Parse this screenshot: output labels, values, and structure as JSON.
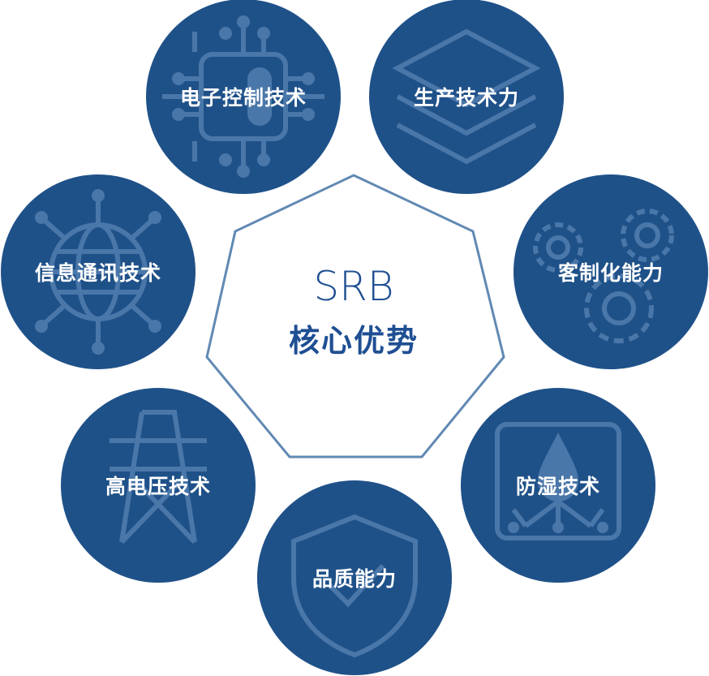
{
  "center": {
    "title": "SRB",
    "subtitle": "核心优势"
  },
  "nodes": [
    {
      "label": "电子控制技术",
      "icon": "chip-icon"
    },
    {
      "label": "生产技术力",
      "icon": "layers-icon"
    },
    {
      "label": "客制化能力",
      "icon": "gears-icon"
    },
    {
      "label": "防湿技术",
      "icon": "water-drop-icon"
    },
    {
      "label": "品质能力",
      "icon": "shield-check-icon"
    },
    {
      "label": "高电压技术",
      "icon": "power-tower-icon"
    },
    {
      "label": "信息通讯技术",
      "icon": "globe-network-icon"
    }
  ],
  "colors": {
    "node": "#1f5189",
    "outline": "#6189b3",
    "text": "#1f4f93"
  }
}
